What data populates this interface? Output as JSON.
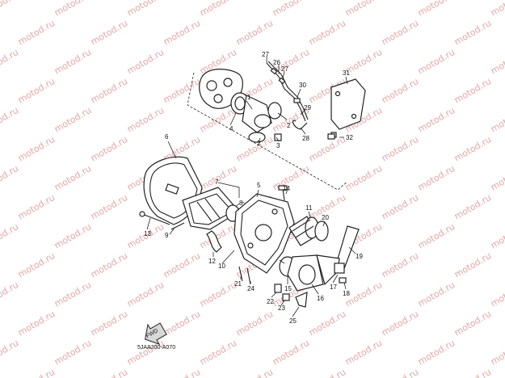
{
  "watermark": {
    "text": "motod.ru",
    "color": "#e6a6a6"
  },
  "diagram_code": "5JAA300-A070",
  "fwd_label": "FWD",
  "callouts": [
    {
      "id": "c1",
      "label": "1"
    },
    {
      "id": "c2a",
      "label": "2"
    },
    {
      "id": "c2b",
      "label": "2"
    },
    {
      "id": "c3",
      "label": "3"
    },
    {
      "id": "c4",
      "label": "4"
    },
    {
      "id": "c5",
      "label": "5"
    },
    {
      "id": "c6",
      "label": "6"
    },
    {
      "id": "c7",
      "label": "7"
    },
    {
      "id": "c8",
      "label": "8"
    },
    {
      "id": "c9",
      "label": "9"
    },
    {
      "id": "c10",
      "label": "10"
    },
    {
      "id": "c11",
      "label": "11"
    },
    {
      "id": "c12",
      "label": "12"
    },
    {
      "id": "c13",
      "label": "13"
    },
    {
      "id": "c14",
      "label": "14"
    },
    {
      "id": "c15",
      "label": "15"
    },
    {
      "id": "c16",
      "label": "16"
    },
    {
      "id": "c17",
      "label": "17"
    },
    {
      "id": "c18",
      "label": "18"
    },
    {
      "id": "c19",
      "label": "19"
    },
    {
      "id": "c20",
      "label": "20"
    },
    {
      "id": "c21",
      "label": "21"
    },
    {
      "id": "c22",
      "label": "22"
    },
    {
      "id": "c23",
      "label": "23"
    },
    {
      "id": "c24",
      "label": "24"
    },
    {
      "id": "c25",
      "label": "25"
    },
    {
      "id": "c26",
      "label": "26"
    },
    {
      "id": "c27a",
      "label": "27"
    },
    {
      "id": "c27b",
      "label": "27"
    },
    {
      "id": "c28",
      "label": "28"
    },
    {
      "id": "c29",
      "label": "29"
    },
    {
      "id": "c30",
      "label": "30"
    },
    {
      "id": "c31",
      "label": "31"
    },
    {
      "id": "c32",
      "label": "32"
    }
  ]
}
